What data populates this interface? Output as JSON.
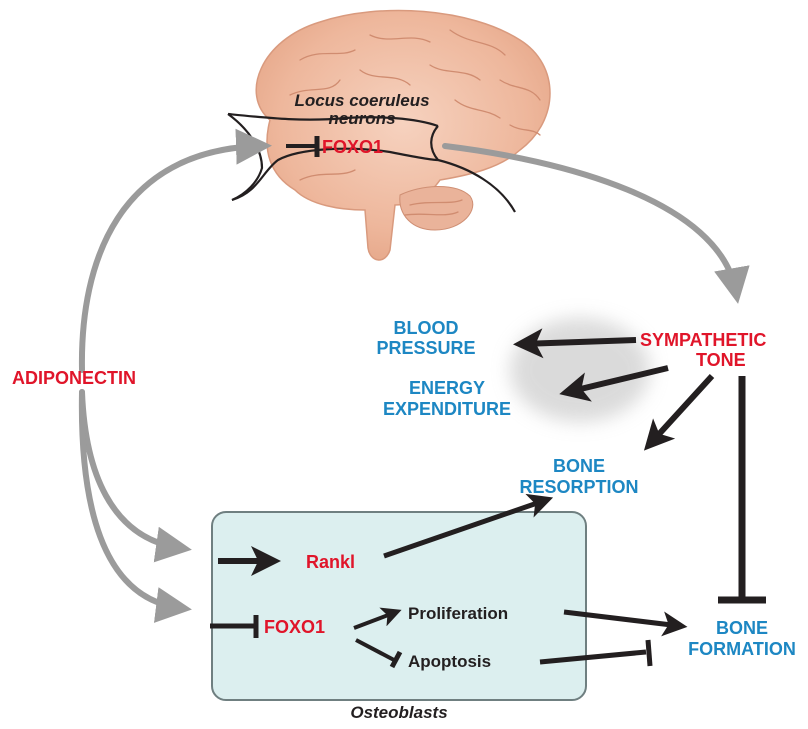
{
  "labels": {
    "locus_line1": "Locus coeruleus",
    "locus_line2": "neurons",
    "foxo1_brain": "FOXO1",
    "adiponectin": "ADIPONECTIN",
    "sympathetic_line1": "SYMPATHETIC",
    "sympathetic_line2": "TONE",
    "blood_line1": "BLOOD",
    "blood_line2": "PRESSURE",
    "energy_line1": "ENERGY",
    "energy_line2": "EXPENDITURE",
    "resorption_line1": "BONE",
    "resorption_line2": "RESORPTION",
    "formation_line1": "BONE",
    "formation_line2": "FORMATION",
    "rankl": "Rankl",
    "foxo1_osteo": "FOXO1",
    "proliferation": "Proliferation",
    "apoptosis": "Apoptosis",
    "osteoblasts": "Osteoblasts"
  },
  "colors": {
    "red": "#e0152a",
    "blue": "#1d87c3",
    "dark": "#231f20",
    "gray_arrow": "#9b9b9b",
    "box_fill": "#dcefef",
    "box_stroke": "#6f7f80",
    "brain": "#f1bfa6"
  }
}
